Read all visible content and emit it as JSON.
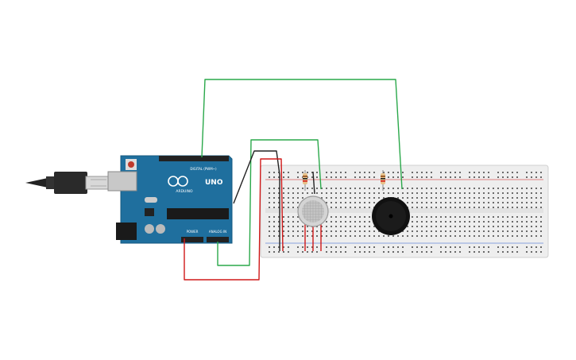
{
  "board": {
    "brand_text": "ARDUINO",
    "model_text": "UNO",
    "digital_label": "DIGITAL (PWM~)",
    "power_label": "POWER",
    "analog_label": "ANALOG IN",
    "color": "#1f6f9e"
  },
  "breadboard": {
    "color": "#eeeeee"
  },
  "wires": {
    "green": "#2aa84a",
    "red": "#d01818",
    "black": "#222222"
  },
  "components": {
    "usb_cable": "usb-cable-icon",
    "gas_sensor": "gas-sensor-icon",
    "buzzer": "piezo-buzzer-icon",
    "resistor": "resistor-icon"
  }
}
